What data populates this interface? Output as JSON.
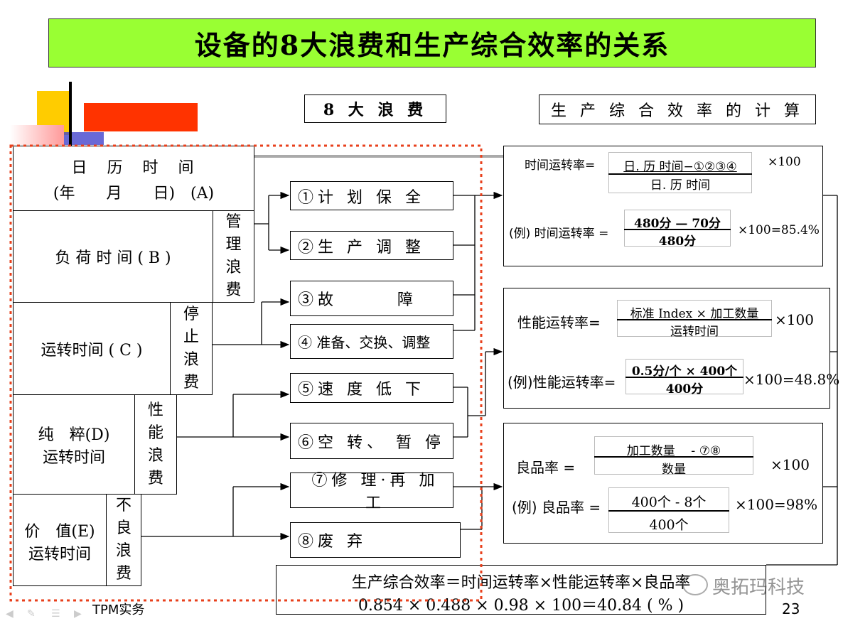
{
  "title": "设备的8大浪费和生产综合效率的关系",
  "headers": {
    "eight_waste": "8 大 浪 费",
    "oee_calc": "生 产 综 合 效 率 的 计 算"
  },
  "time_blocks": {
    "calendar_line1": "日　历　时　间",
    "calendar_line2": "(年　　月　　日)　(A)",
    "load_time": "负 荷 时 间 ( B )",
    "run_time": "运转时间 ( C )",
    "net_run_line1": "纯　粹(D)",
    "net_run_line2": "运转时间",
    "value_run_line1": "价　值(E)",
    "value_run_line2": "运转时间"
  },
  "loss_categories": {
    "management": [
      "管",
      "理",
      "浪",
      "费"
    ],
    "stop": [
      "停",
      "止",
      "浪",
      "费"
    ],
    "performance": [
      "性",
      "能",
      "浪",
      "费"
    ],
    "defect": [
      "不",
      "良",
      "浪",
      "费"
    ]
  },
  "wastes": [
    "①计 划 保 全",
    "②生 产 调 整",
    "③故　　　障",
    "④ 准备、交换、调整",
    "⑤速 度 低 下",
    "⑥空 转、 暂 停",
    "⑦修 理·再 加 工",
    "⑧废 弃"
  ],
  "formulas": {
    "time_rate": {
      "label": "时间运转率=",
      "numerator": "日. 历  时间−①②③④",
      "denominator": "日. 历  时间",
      "multiplier": "×100",
      "example_label": "(例) 时间运转率 =",
      "example_numerator": "480分 — 70分",
      "example_denominator": "480分",
      "example_result": "×100=85.4%"
    },
    "performance_rate": {
      "label": "性能运转率=",
      "numerator": "标准 Index × 加工数量",
      "denominator": "运转时间",
      "multiplier": "×100",
      "example_label": "(例)性能运转率=",
      "example_numerator": "0.5分/个 × 400个",
      "example_denominator": "400分",
      "example_result": "×100=48.8%"
    },
    "quality_rate": {
      "label": "良品率 =",
      "numerator": "加工数量　 -  ⑦⑧",
      "denominator": "数量",
      "multiplier": "×100",
      "example_label": "(例) 良品率 =",
      "example_numerator": "400个 - 8个",
      "example_denominator": "400个",
      "example_result": "×100=98%"
    }
  },
  "oee_summary": {
    "line1": "生产综合效率＝时间运转率×性能运转率×良品率",
    "line2": "0.854 × 0.488 × 0.98 × 100＝40.84 ( % )"
  },
  "footer": {
    "left_label": "TPM实务",
    "page_number": "23",
    "watermark": "奥拓玛科技"
  },
  "colors": {
    "title_bg": "#99ff33",
    "dotted_frame": "#e8401c",
    "deco_yellow": "#ffcc00",
    "deco_red": "#ff3300",
    "deco_blue": "#3333cc"
  }
}
